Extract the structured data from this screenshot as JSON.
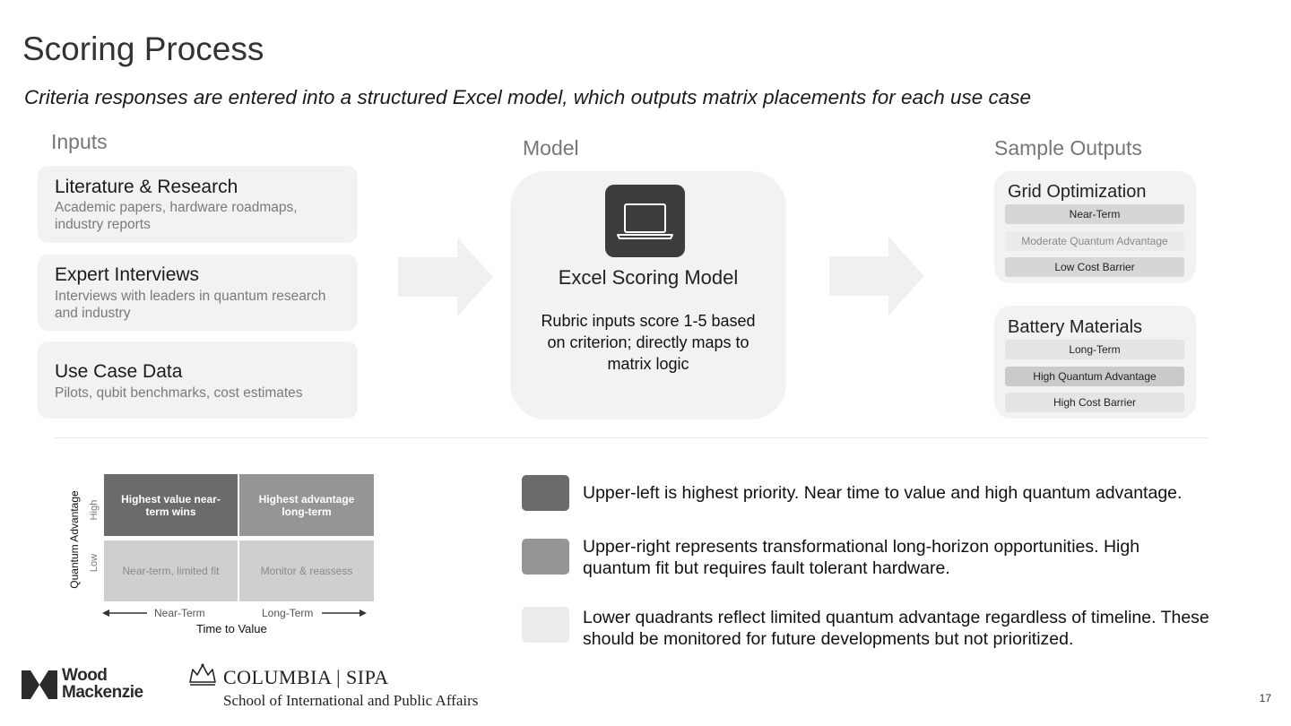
{
  "header": {
    "title": "Scoring Process",
    "subtitle": "Criteria responses are entered into a structured Excel model, which outputs matrix placements for each use case"
  },
  "inputs": {
    "heading": "Inputs",
    "cards": [
      {
        "title": "Literature & Research",
        "desc": "Academic papers, hardware roadmaps, industry reports"
      },
      {
        "title": "Expert Interviews",
        "desc": "Interviews with leaders in quantum research and industry"
      },
      {
        "title": "Use Case Data",
        "desc": "Pilots, qubit benchmarks, cost estimates"
      }
    ]
  },
  "model": {
    "heading": "Model",
    "icon": "laptop-icon",
    "title": "Excel Scoring Model",
    "desc": "Rubric inputs score 1-5 based on criterion; directly maps to matrix logic"
  },
  "outputs": {
    "heading": "Sample Outputs",
    "cards": [
      {
        "title": "Grid Optimization",
        "tags": [
          "Near-Term",
          "Moderate Quantum Advantage",
          "Low Cost Barrier"
        ]
      },
      {
        "title": "Battery Materials",
        "tags": [
          "Long-Term",
          "High Quantum Advantage",
          "High Cost Barrier"
        ]
      }
    ]
  },
  "matrix": {
    "y_axis_label": "Quantum Advantage",
    "y_high": "High",
    "y_low": "Low",
    "x_axis_label": "Time to Value",
    "x_near": "Near-Term",
    "x_long": "Long-Term",
    "quadrants": {
      "top_left": "Highest value near-term wins",
      "top_right": "Highest advantage long-term",
      "bottom_left": "Near-term, limited fit",
      "bottom_right": "Monitor & reassess"
    }
  },
  "legend": [
    {
      "text": "Upper-left is highest priority. Near time to value and high quantum advantage."
    },
    {
      "text": "Upper-right represents transformational long-horizon opportunities. High quantum fit but requires fault tolerant hardware."
    },
    {
      "text": "Lower quadrants reflect limited quantum advantage regardless of timeline. These should be monitored for future developments but not prioritized."
    }
  ],
  "footer": {
    "wm_logo_line1": "Wood",
    "wm_logo_line2": "Mackenzie",
    "columbia_line1": "COLUMBIA | SIPA",
    "columbia_line2": "School of International and Public Affairs",
    "page_number": "17"
  },
  "colors": {
    "dark_quadrant": "#6b6b6b",
    "mid_quadrant": "#959595",
    "light_quadrant": "#cfcfcf",
    "card_bg": "#f2f2f2"
  }
}
